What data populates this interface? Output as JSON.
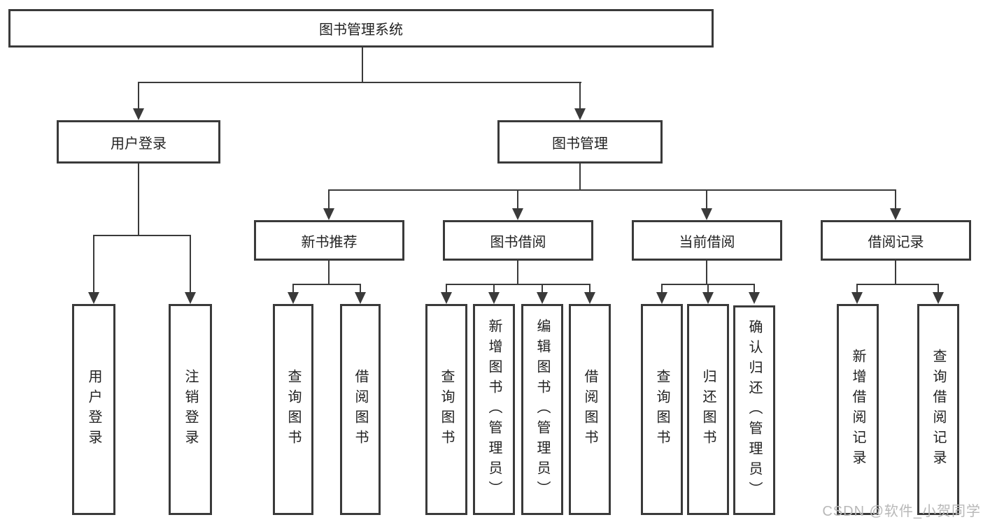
{
  "tree": {
    "root": {
      "label": "图书管理系统"
    },
    "children": [
      {
        "label": "用户登录",
        "children": [
          {
            "label": "用户登录"
          },
          {
            "label": "注销登录"
          }
        ]
      },
      {
        "label": "图书管理",
        "children": [
          {
            "label": "新书推荐",
            "children": [
              {
                "label": "查询图书"
              },
              {
                "label": "借阅图书"
              }
            ]
          },
          {
            "label": "图书借阅",
            "children": [
              {
                "label": "查询图书"
              },
              {
                "label": "新增图书（管理员）"
              },
              {
                "label": "编辑图书（管理员）"
              },
              {
                "label": "借阅图书"
              }
            ]
          },
          {
            "label": "当前借阅",
            "children": [
              {
                "label": "查询图书"
              },
              {
                "label": "归还图书"
              },
              {
                "label": "确认归还（管理员）"
              }
            ]
          },
          {
            "label": "借阅记录",
            "children": [
              {
                "label": "新增借阅记录"
              },
              {
                "label": "查询借阅记录"
              }
            ]
          }
        ]
      }
    ]
  },
  "watermark": "CSDN @软件_小贺同学",
  "colors": {
    "line": "#3a3a3a",
    "box_border": "#3a3a3a",
    "box_fill": "#ffffff",
    "text": "#222222",
    "watermark": "#b8b8b8"
  }
}
